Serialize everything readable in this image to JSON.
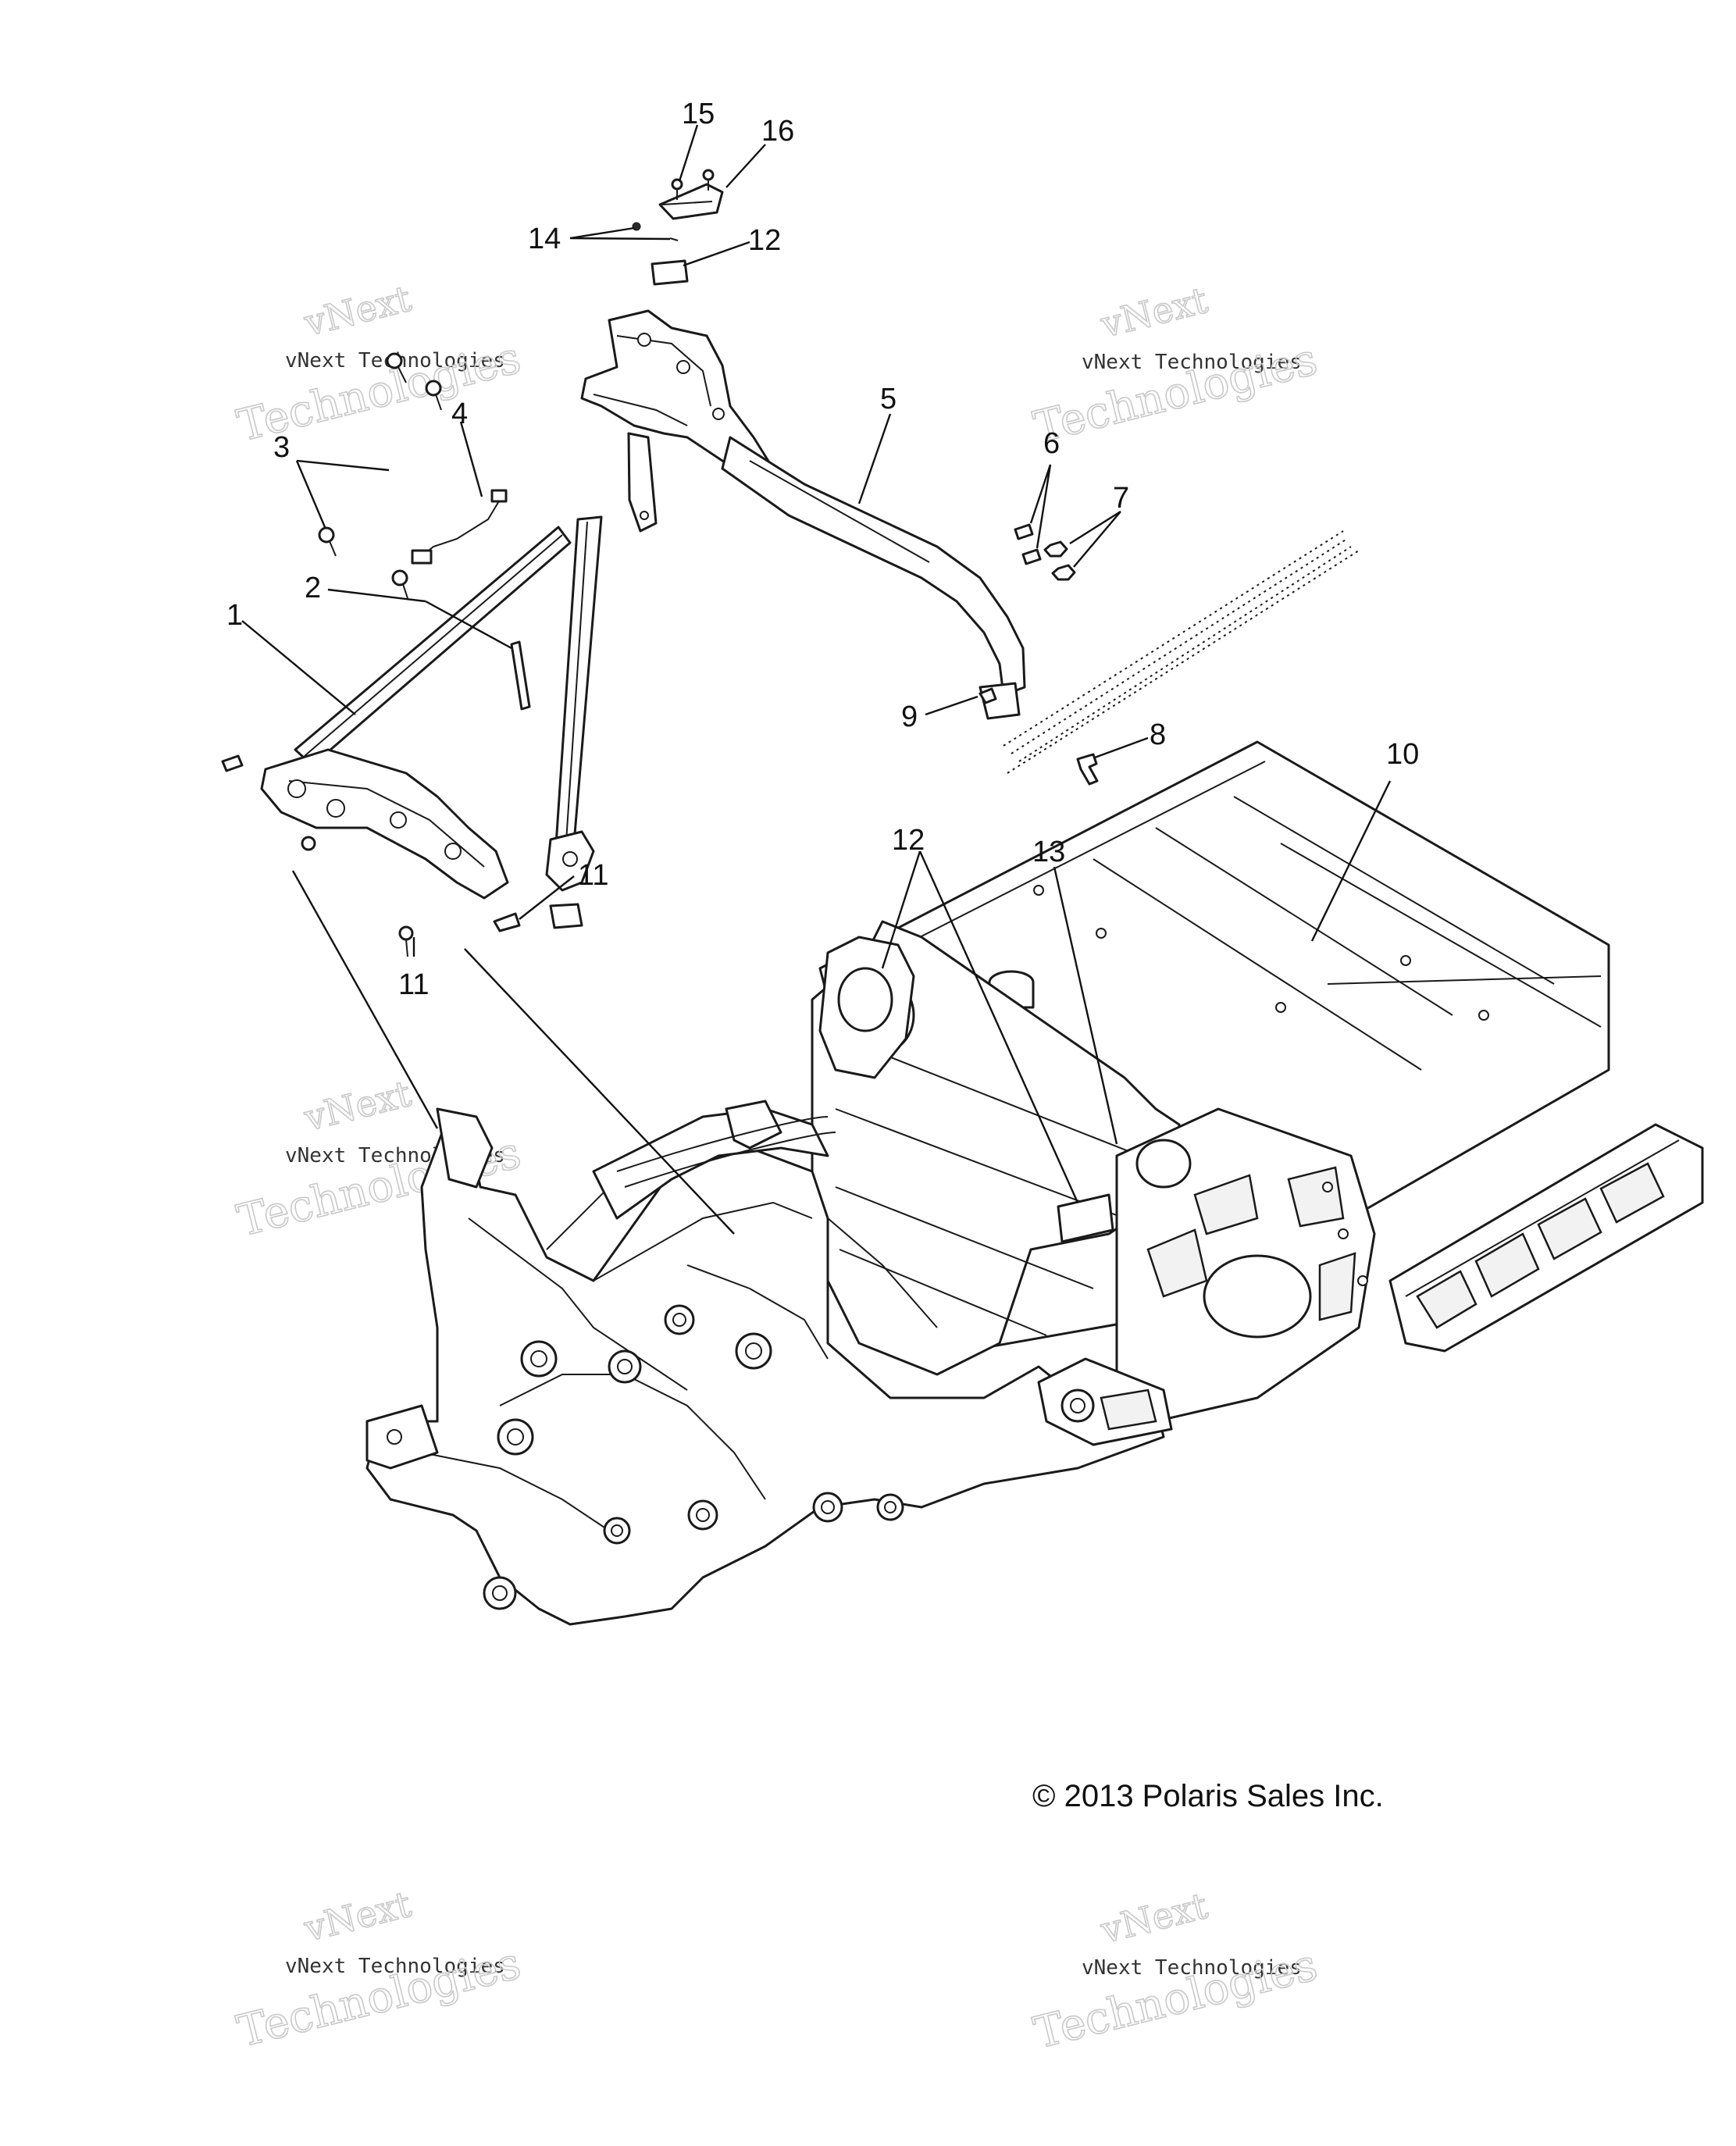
{
  "callouts": [
    {
      "id": "1",
      "label": "1"
    },
    {
      "id": "2",
      "label": "2"
    },
    {
      "id": "3",
      "label": "3"
    },
    {
      "id": "4",
      "label": "4"
    },
    {
      "id": "5",
      "label": "5"
    },
    {
      "id": "6",
      "label": "6"
    },
    {
      "id": "7",
      "label": "7"
    },
    {
      "id": "8",
      "label": "8"
    },
    {
      "id": "9",
      "label": "9"
    },
    {
      "id": "10",
      "label": "10"
    },
    {
      "id": "11a",
      "label": "11"
    },
    {
      "id": "11b",
      "label": "11"
    },
    {
      "id": "12a",
      "label": "12"
    },
    {
      "id": "12b",
      "label": "12"
    },
    {
      "id": "13",
      "label": "13"
    },
    {
      "id": "14",
      "label": "14"
    },
    {
      "id": "15",
      "label": "15"
    },
    {
      "id": "16",
      "label": "16"
    }
  ],
  "watermark": {
    "line1": "vNext",
    "line2": "vNext Technologies",
    "line3": "Technologies"
  },
  "copyright": "© 2013 Polaris Sales Inc."
}
